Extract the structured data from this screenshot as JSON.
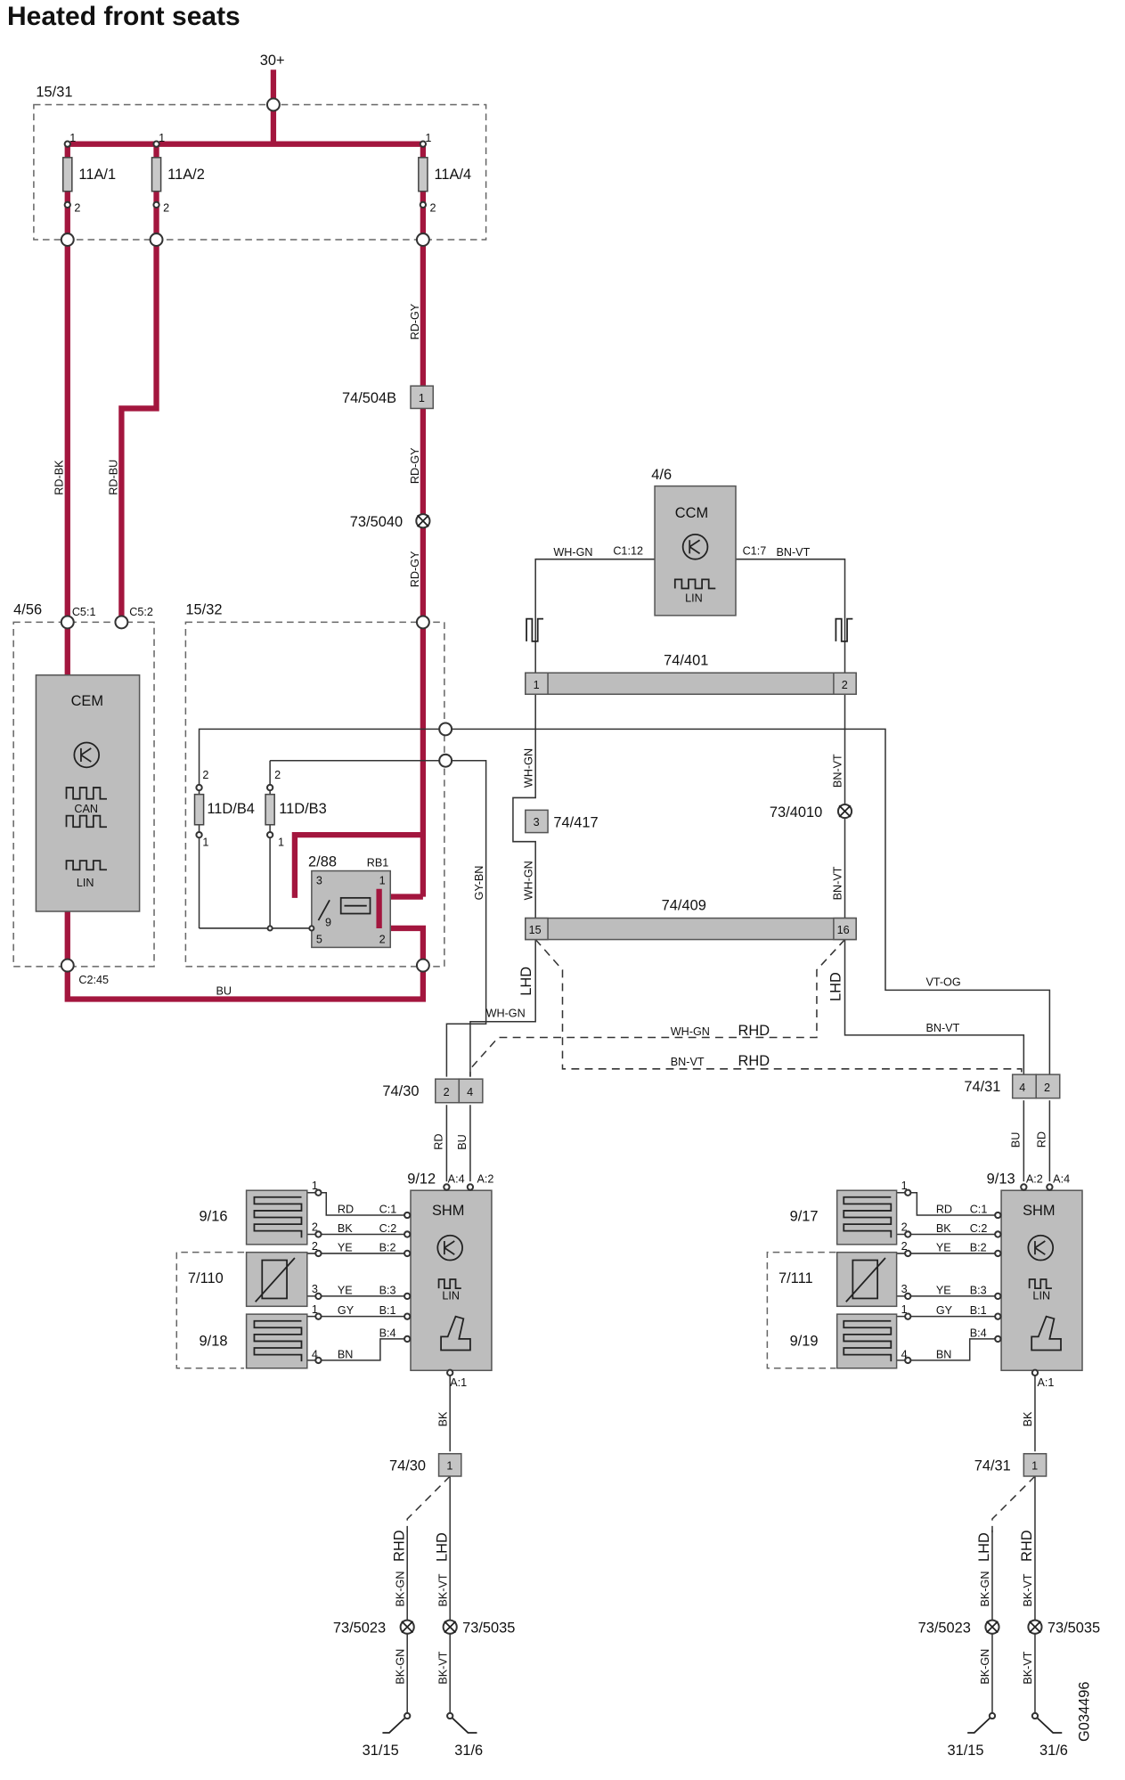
{
  "title": "Heated front seats",
  "supply": "30+",
  "boxes": {
    "fuse_box": "15/31",
    "cem_box": "4/56",
    "relay_box": "15/32"
  },
  "fuses": {
    "f1": "11A/1",
    "f2": "11A/2",
    "f4": "11A/4",
    "fd4": "11D/B4",
    "fd3": "11D/B3"
  },
  "pins": {
    "one": "1",
    "two": "2",
    "three": "3",
    "four": "4",
    "five": "5",
    "nine": "9",
    "fifteen": "15",
    "sixteen": "16"
  },
  "wires": {
    "rd_bk": "RD-BK",
    "rd_bu": "RD-BU",
    "rd_gy": "RD-GY",
    "wh_gn": "WH-GN",
    "bn_vt": "BN-VT",
    "gy_bn": "GY-BN",
    "vt_og": "VT-OG",
    "bu": "BU",
    "rd": "RD",
    "bk": "BK",
    "ye": "YE",
    "gy": "GY",
    "bn": "BN",
    "bk_gn": "BK-GN",
    "bk_vt": "BK-VT"
  },
  "connectors": {
    "c504b": "74/504B",
    "c401": "74/401",
    "c409": "74/409",
    "c417": "74/417",
    "c30": "74/30",
    "c31": "74/31"
  },
  "splices": {
    "s5040": "73/5040",
    "s4010": "73/4010",
    "s5023": "73/5023",
    "s5035": "73/5035"
  },
  "modules": {
    "cem": "CEM",
    "cem_id": "4/56",
    "ccm": "CCM",
    "ccm_id": "4/6",
    "shm": "SHM",
    "shm_left_id": "9/12",
    "shm_right_id": "9/13",
    "can": "CAN",
    "lin": "LIN",
    "relay_id": "2/88",
    "relay_name": "RB1"
  },
  "terminals": {
    "c5_1": "C5:1",
    "c5_2": "C5:2",
    "c2_45": "C2:45",
    "c1_12": "C1:12",
    "c1_7": "C1:7",
    "a4": "A:4",
    "a2": "A:2",
    "a1": "A:1",
    "c1": "C:1",
    "c2": "C:2",
    "b1": "B:1",
    "b2": "B:2",
    "b3": "B:3",
    "b4": "B:4"
  },
  "side": {
    "lhd": "LHD",
    "rhd": "RHD"
  },
  "seat_left": {
    "cushion": "9/16",
    "sensor": "7/110",
    "backrest": "9/18"
  },
  "seat_right": {
    "cushion": "9/17",
    "sensor": "7/111",
    "backrest": "9/19"
  },
  "grounds": {
    "g1": "31/15",
    "g2": "31/6"
  },
  "figure_id": "G034496"
}
